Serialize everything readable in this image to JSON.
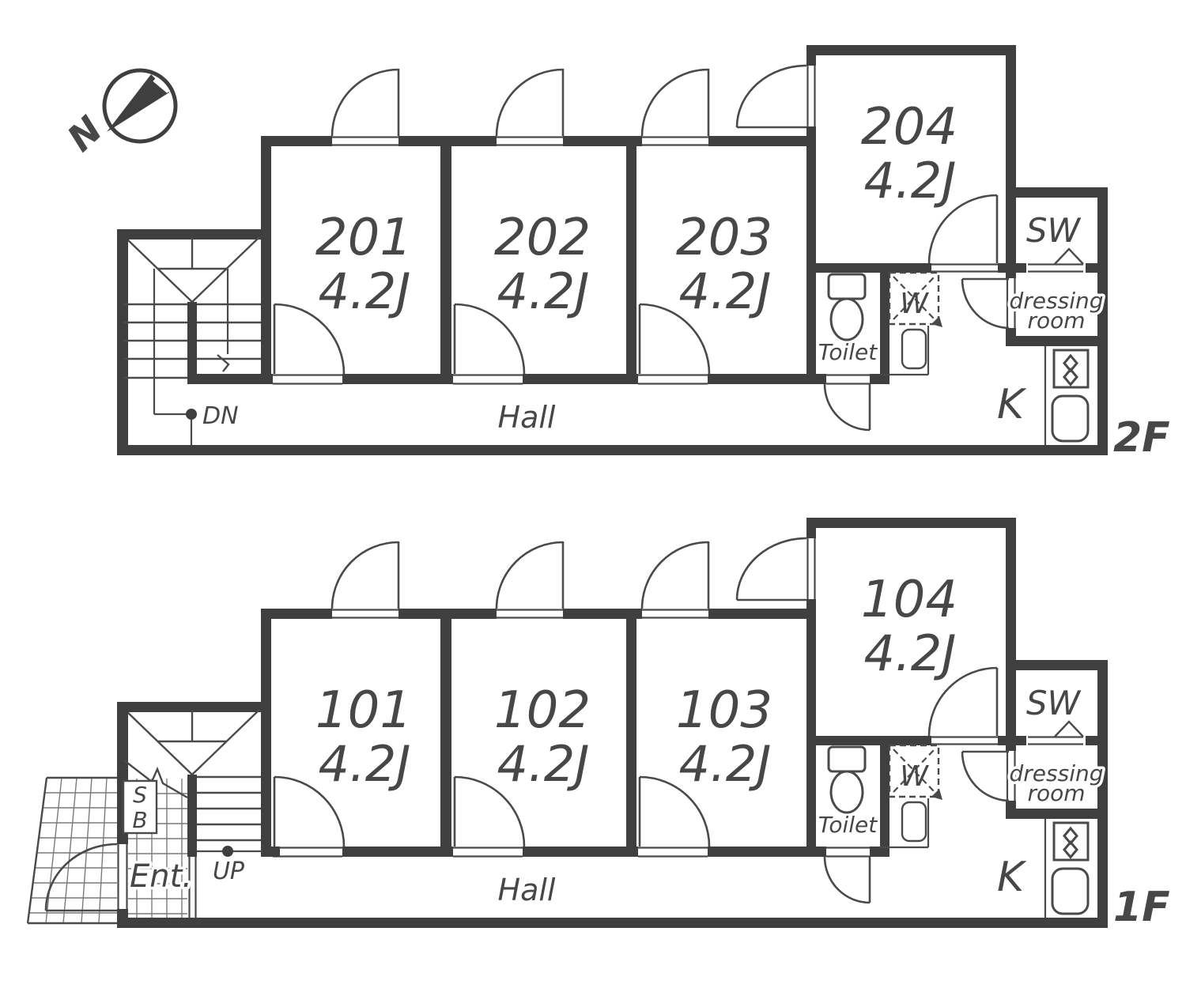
{
  "colors": {
    "wall": "#3f3f3f",
    "line": "#4a4a4a",
    "text": "#474747",
    "tile_line": "#7a7a7a",
    "background": "#ffffff"
  },
  "compass": {
    "north": "N"
  },
  "floors": [
    {
      "name": "2F",
      "rooms": [
        {
          "number": "201",
          "size": "4.2J"
        },
        {
          "number": "202",
          "size": "4.2J"
        },
        {
          "number": "203",
          "size": "4.2J"
        },
        {
          "number": "204",
          "size": "4.2J"
        }
      ],
      "labels": {
        "hall": "Hall",
        "toilet": "Toilet",
        "washer": "W",
        "shoe_wall": "SW",
        "dressing1": "dressing",
        "dressing2": "room",
        "kitchen": "K",
        "stair": "DN",
        "floor": "2F"
      }
    },
    {
      "name": "1F",
      "rooms": [
        {
          "number": "101",
          "size": "4.2J"
        },
        {
          "number": "102",
          "size": "4.2J"
        },
        {
          "number": "103",
          "size": "4.2J"
        },
        {
          "number": "104",
          "size": "4.2J"
        }
      ],
      "labels": {
        "hall": "Hall",
        "toilet": "Toilet",
        "washer": "W",
        "shoe_wall": "SW",
        "dressing1": "dressing",
        "dressing2": "room",
        "kitchen": "K",
        "stair": "UP",
        "floor": "1F",
        "entrance": "Ent.",
        "shoebox_s": "S",
        "shoebox_b": "B"
      }
    }
  ]
}
